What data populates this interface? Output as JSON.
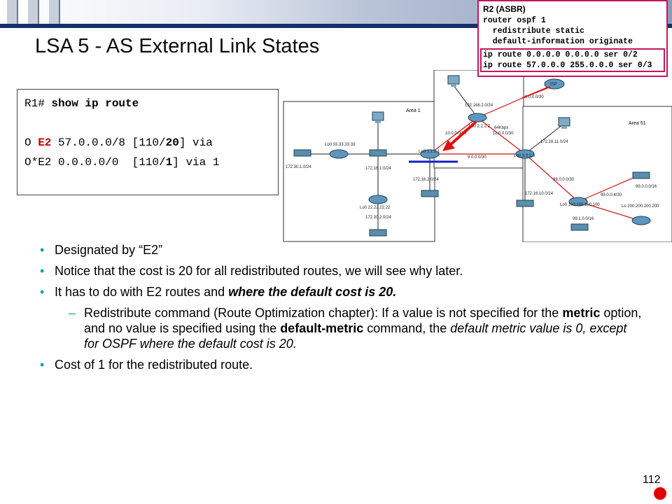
{
  "title": "LSA 5 - AS External Link States",
  "cli": {
    "prompt": "R1# ",
    "command": "show ip route",
    "line1": {
      "o": "O ",
      "e2": "E2",
      "mid": " 57.0.0.0/8 [110/",
      "cost": "20",
      "tail": "] via"
    },
    "line2": {
      "head": "O*E2 0.0.0.0/0  [110/",
      "cost": "1",
      "tail": "] via 1"
    }
  },
  "config": {
    "header": "R2 (ASBR)",
    "lines": [
      "router ospf 1",
      "  redistribute static",
      "  default-information originate"
    ],
    "ip_routes": [
      "ip route 0.0.0.0 0.0.0.0 ser 0/2",
      "ip route 57.0.0.0 255.0.0.0 ser 0/3"
    ]
  },
  "diagram": {
    "area1": "Area 1",
    "area51": "Area 51",
    "labels": {
      "r3": "Lo0 33.33.33.33",
      "r2": "Lo0 22.22.22.22",
      "r1": "Lo0 1.1.1.1",
      "asbr": "Lo0 2.2.2.2",
      "abr": "Lo0 3.3.3.3",
      "r5": "Lo0 100.100.100.100",
      "lo200": "Lo 200.200.200.200",
      "isp": "ISP",
      "n172_30_1": "172.30.1.0/24",
      "n172_16_1": "172.16.1.0/24",
      "n172_30_2": "172.30.2.0/24",
      "n172_16_2": "172.16.2.0/24",
      "n192": "192.168.2.0/24",
      "n10": "10.0.0.0/30",
      "n9": "9.0.0.0/30",
      "n11": "11.0.0.0/30",
      "n8": "8.0.0.0/30",
      "kbps": "64Kbps",
      "n172_16_11": "172.16.11.0/24",
      "n99_30": "99.0.0.0/30",
      "n172_16_10": "172.16.10.0/24",
      "n99_4": "99.0.0.4/30",
      "n99_16": "99.0.0.0/16",
      "n99_1": "99.1.0.0/16"
    }
  },
  "bullets": {
    "b1": "Designated by “E2”",
    "b2": "Notice that the cost is 20 for all redistributed routes, we will see why later.",
    "b3_pre": "It has to do with E2 routes and ",
    "b3_em": "where the default cost is 20.",
    "sub1_a": "Redistribute command (Route Optimization chapter): If a value is not specified for the ",
    "sub1_metric": "metric",
    "sub1_b": " option, and no value is specified using the ",
    "sub1_default": "default-metric",
    "sub1_c": " command, the ",
    "sub1_it": "default metric value is 0, except for OSPF where the default cost is 20.",
    "b4": "Cost of 1 for the redistributed route."
  },
  "page_number": "112",
  "colors": {
    "accent": "#1aa0b8",
    "highlight": "#c0185e",
    "red": "#c00000",
    "banner": "#15306b"
  }
}
